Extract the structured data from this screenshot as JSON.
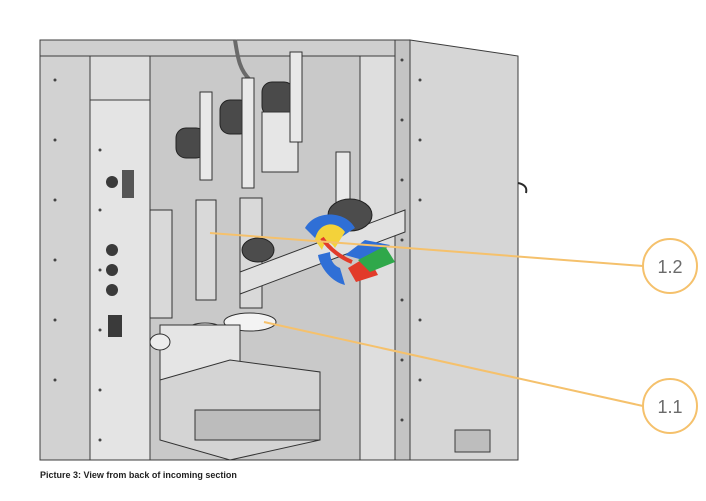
{
  "figure": {
    "caption": "Picture 3: View from back of incoming section",
    "callouts": [
      {
        "label": "1.2"
      },
      {
        "label": "1.1"
      }
    ]
  },
  "colors": {
    "callout_accent": "#f5c16c",
    "panel_fill": "#d8d8d8",
    "panel_dark": "#4a4a4a",
    "hotspot_red": "#e23b2a",
    "hotspot_green": "#2fa84a",
    "hotspot_blue": "#2f6fd6",
    "hotspot_yellow": "#f3d23a"
  }
}
